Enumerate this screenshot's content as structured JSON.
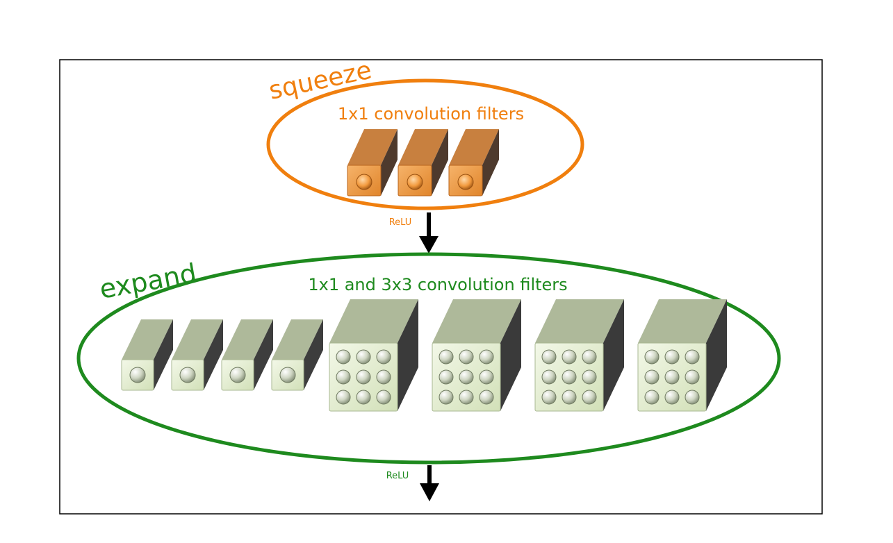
{
  "squeeze": {
    "label": "squeeze",
    "caption": "1x1 convolution filters",
    "activation": "ReLU",
    "filter_count": 3,
    "filter_kind": "1x1",
    "color": "#F07F0E"
  },
  "expand": {
    "label": "expand",
    "caption": "1x1 and 3x3 convolution filters",
    "activation": "ReLU",
    "filters_1x1_count": 4,
    "filters_3x3_count": 4,
    "color": "#1E8A1E"
  },
  "colors": {
    "frame": "#000000",
    "arrow": "#000000",
    "squeeze_face": "#D98C4A",
    "squeeze_side": "#4F3A2E",
    "squeeze_top": "#C98A50",
    "expand_face": "#E6F0D2",
    "expand_side": "#3C3C3C",
    "expand_top": "#B4BEA2",
    "knob": "#D6DCCB"
  }
}
